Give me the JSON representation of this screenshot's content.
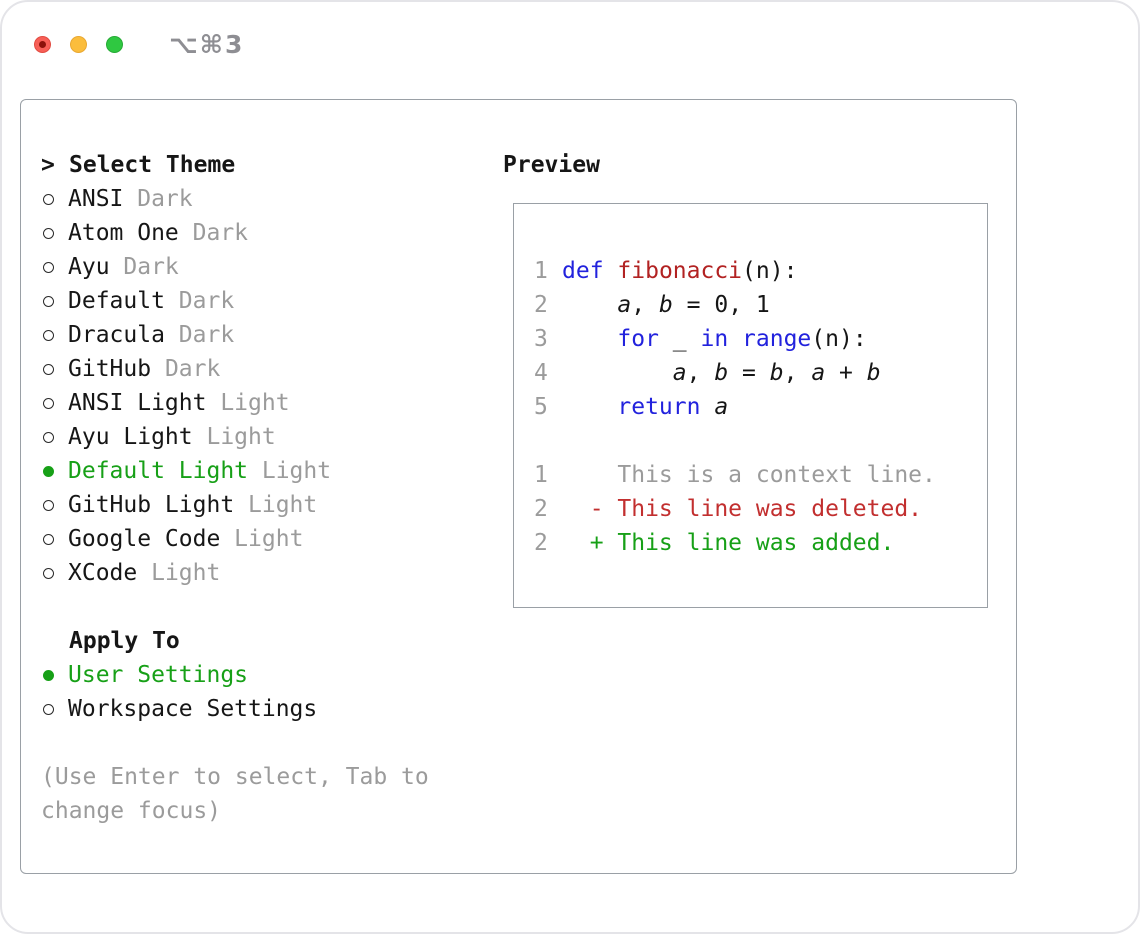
{
  "window": {
    "shortcut": "⌥⌘3"
  },
  "theme_picker": {
    "prompt": ">",
    "title": "Select Theme",
    "items": [
      {
        "name": "ANSI",
        "variant": "Dark",
        "selected": false
      },
      {
        "name": "Atom One",
        "variant": "Dark",
        "selected": false
      },
      {
        "name": "Ayu",
        "variant": "Dark",
        "selected": false
      },
      {
        "name": "Default",
        "variant": "Dark",
        "selected": false
      },
      {
        "name": "Dracula",
        "variant": "Dark",
        "selected": false
      },
      {
        "name": "GitHub",
        "variant": "Dark",
        "selected": false
      },
      {
        "name": "ANSI Light",
        "variant": "Light",
        "selected": false
      },
      {
        "name": "Ayu Light",
        "variant": "Light",
        "selected": false
      },
      {
        "name": "Default Light",
        "variant": "Light",
        "selected": true
      },
      {
        "name": "GitHub Light",
        "variant": "Light",
        "selected": false
      },
      {
        "name": "Google Code",
        "variant": "Light",
        "selected": false
      },
      {
        "name": "XCode",
        "variant": "Light",
        "selected": false
      }
    ],
    "apply_to": {
      "title": "Apply To",
      "options": [
        {
          "label": "User Settings",
          "selected": true
        },
        {
          "label": "Workspace Settings",
          "selected": false
        }
      ]
    },
    "hint": "(Use Enter to select, Tab to change focus)"
  },
  "preview": {
    "title": "Preview",
    "code_lines": [
      {
        "num": "1",
        "tokens": [
          {
            "t": "def",
            "c": "kw"
          },
          {
            "t": " "
          },
          {
            "t": "fibonacci",
            "c": "fn"
          },
          {
            "t": "(n):"
          }
        ]
      },
      {
        "num": "2",
        "tokens": [
          {
            "t": "    "
          },
          {
            "t": "a",
            "c": "var"
          },
          {
            "t": ", "
          },
          {
            "t": "b",
            "c": "var"
          },
          {
            "t": " = 0, 1"
          }
        ]
      },
      {
        "num": "3",
        "tokens": [
          {
            "t": "    "
          },
          {
            "t": "for",
            "c": "kw"
          },
          {
            "t": " _ "
          },
          {
            "t": "in",
            "c": "kw"
          },
          {
            "t": " "
          },
          {
            "t": "range",
            "c": "kw"
          },
          {
            "t": "(n):"
          }
        ]
      },
      {
        "num": "4",
        "tokens": [
          {
            "t": "        "
          },
          {
            "t": "a",
            "c": "var"
          },
          {
            "t": ", "
          },
          {
            "t": "b",
            "c": "var"
          },
          {
            "t": " = "
          },
          {
            "t": "b",
            "c": "var"
          },
          {
            "t": ", "
          },
          {
            "t": "a",
            "c": "var"
          },
          {
            "t": " + "
          },
          {
            "t": "b",
            "c": "var"
          }
        ]
      },
      {
        "num": "5",
        "tokens": [
          {
            "t": "    "
          },
          {
            "t": "return",
            "c": "kw"
          },
          {
            "t": " "
          },
          {
            "t": "a",
            "c": "var"
          }
        ]
      }
    ],
    "diff_lines": [
      {
        "num": "1",
        "type": "context",
        "text": "    This is a context line."
      },
      {
        "num": "2",
        "type": "deleted",
        "text": "  - This line was deleted."
      },
      {
        "num": "2",
        "type": "added",
        "text": "  + This line was added."
      }
    ]
  },
  "colors": {
    "selection_green": "#17a017",
    "keyword_blue": "#2222dd",
    "function_red": "#b22222",
    "deleted_red": "#c22f2f",
    "added_green": "#17a017",
    "muted_gray": "#9b9b9b",
    "border_gray": "#9aa0a6",
    "traffic_red": "#f75f57",
    "traffic_yellow": "#fbbd3c",
    "traffic_green": "#2fc841"
  }
}
